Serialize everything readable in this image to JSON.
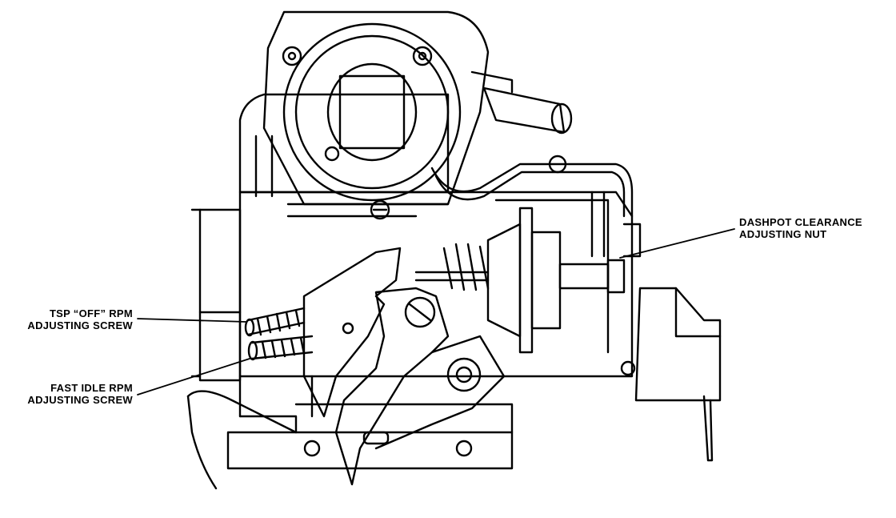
{
  "colors": {
    "ink": "#000000",
    "paper": "#ffffff"
  },
  "labels": {
    "dashpot": {
      "line1": "DASHPOT CLEARANCE",
      "line2": "ADJUSTING NUT"
    },
    "tsp": {
      "line1": "TSP “OFF” RPM",
      "line2": "ADJUSTING SCREW"
    },
    "fast_idle": {
      "line1": "FAST IDLE RPM",
      "line2": "ADJUSTING SCREW"
    }
  }
}
